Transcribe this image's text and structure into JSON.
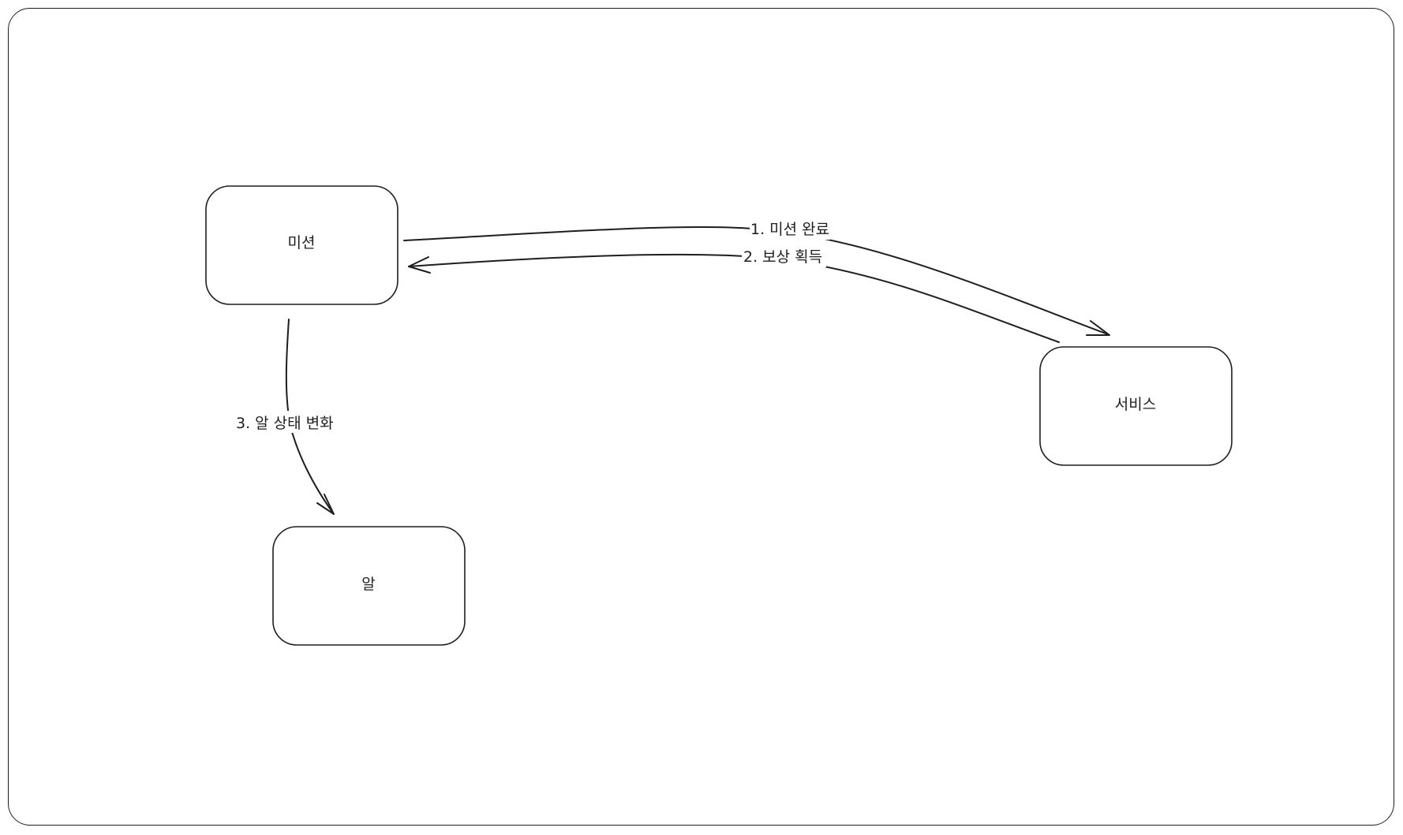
{
  "nodes": {
    "mission": {
      "label": "미션"
    },
    "service": {
      "label": "서비스"
    },
    "egg": {
      "label": "알"
    }
  },
  "edges": {
    "mission_complete": {
      "label": "1. 미션 완료"
    },
    "reward_get": {
      "label": "2. 보상 획득"
    },
    "egg_state_change": {
      "label": "3. 알 상태 변화"
    }
  },
  "colors": {
    "stroke": "#1e1e1e",
    "background": "#ffffff"
  }
}
